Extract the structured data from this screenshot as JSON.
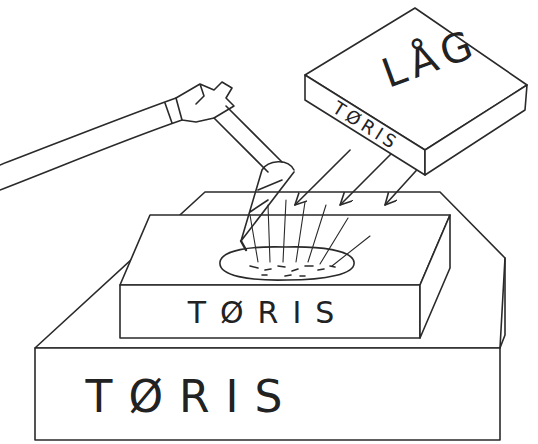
{
  "diagram": {
    "nodes": [
      {
        "text": [
          "LÅG",
          "TØRIS"
        ]
      },
      {
        "text": [
          "TØRIS"
        ]
      },
      {
        "text": [
          "TØRIS"
        ],
        "in": 1
      }
    ],
    "edges": [
      {
        "from": 0,
        "to": 2,
        "arrow": "to"
      },
      {
        "from": 0,
        "to": 2,
        "arrow": "to"
      },
      {
        "from": 0,
        "to": 2,
        "arrow": "to"
      }
    ]
  }
}
